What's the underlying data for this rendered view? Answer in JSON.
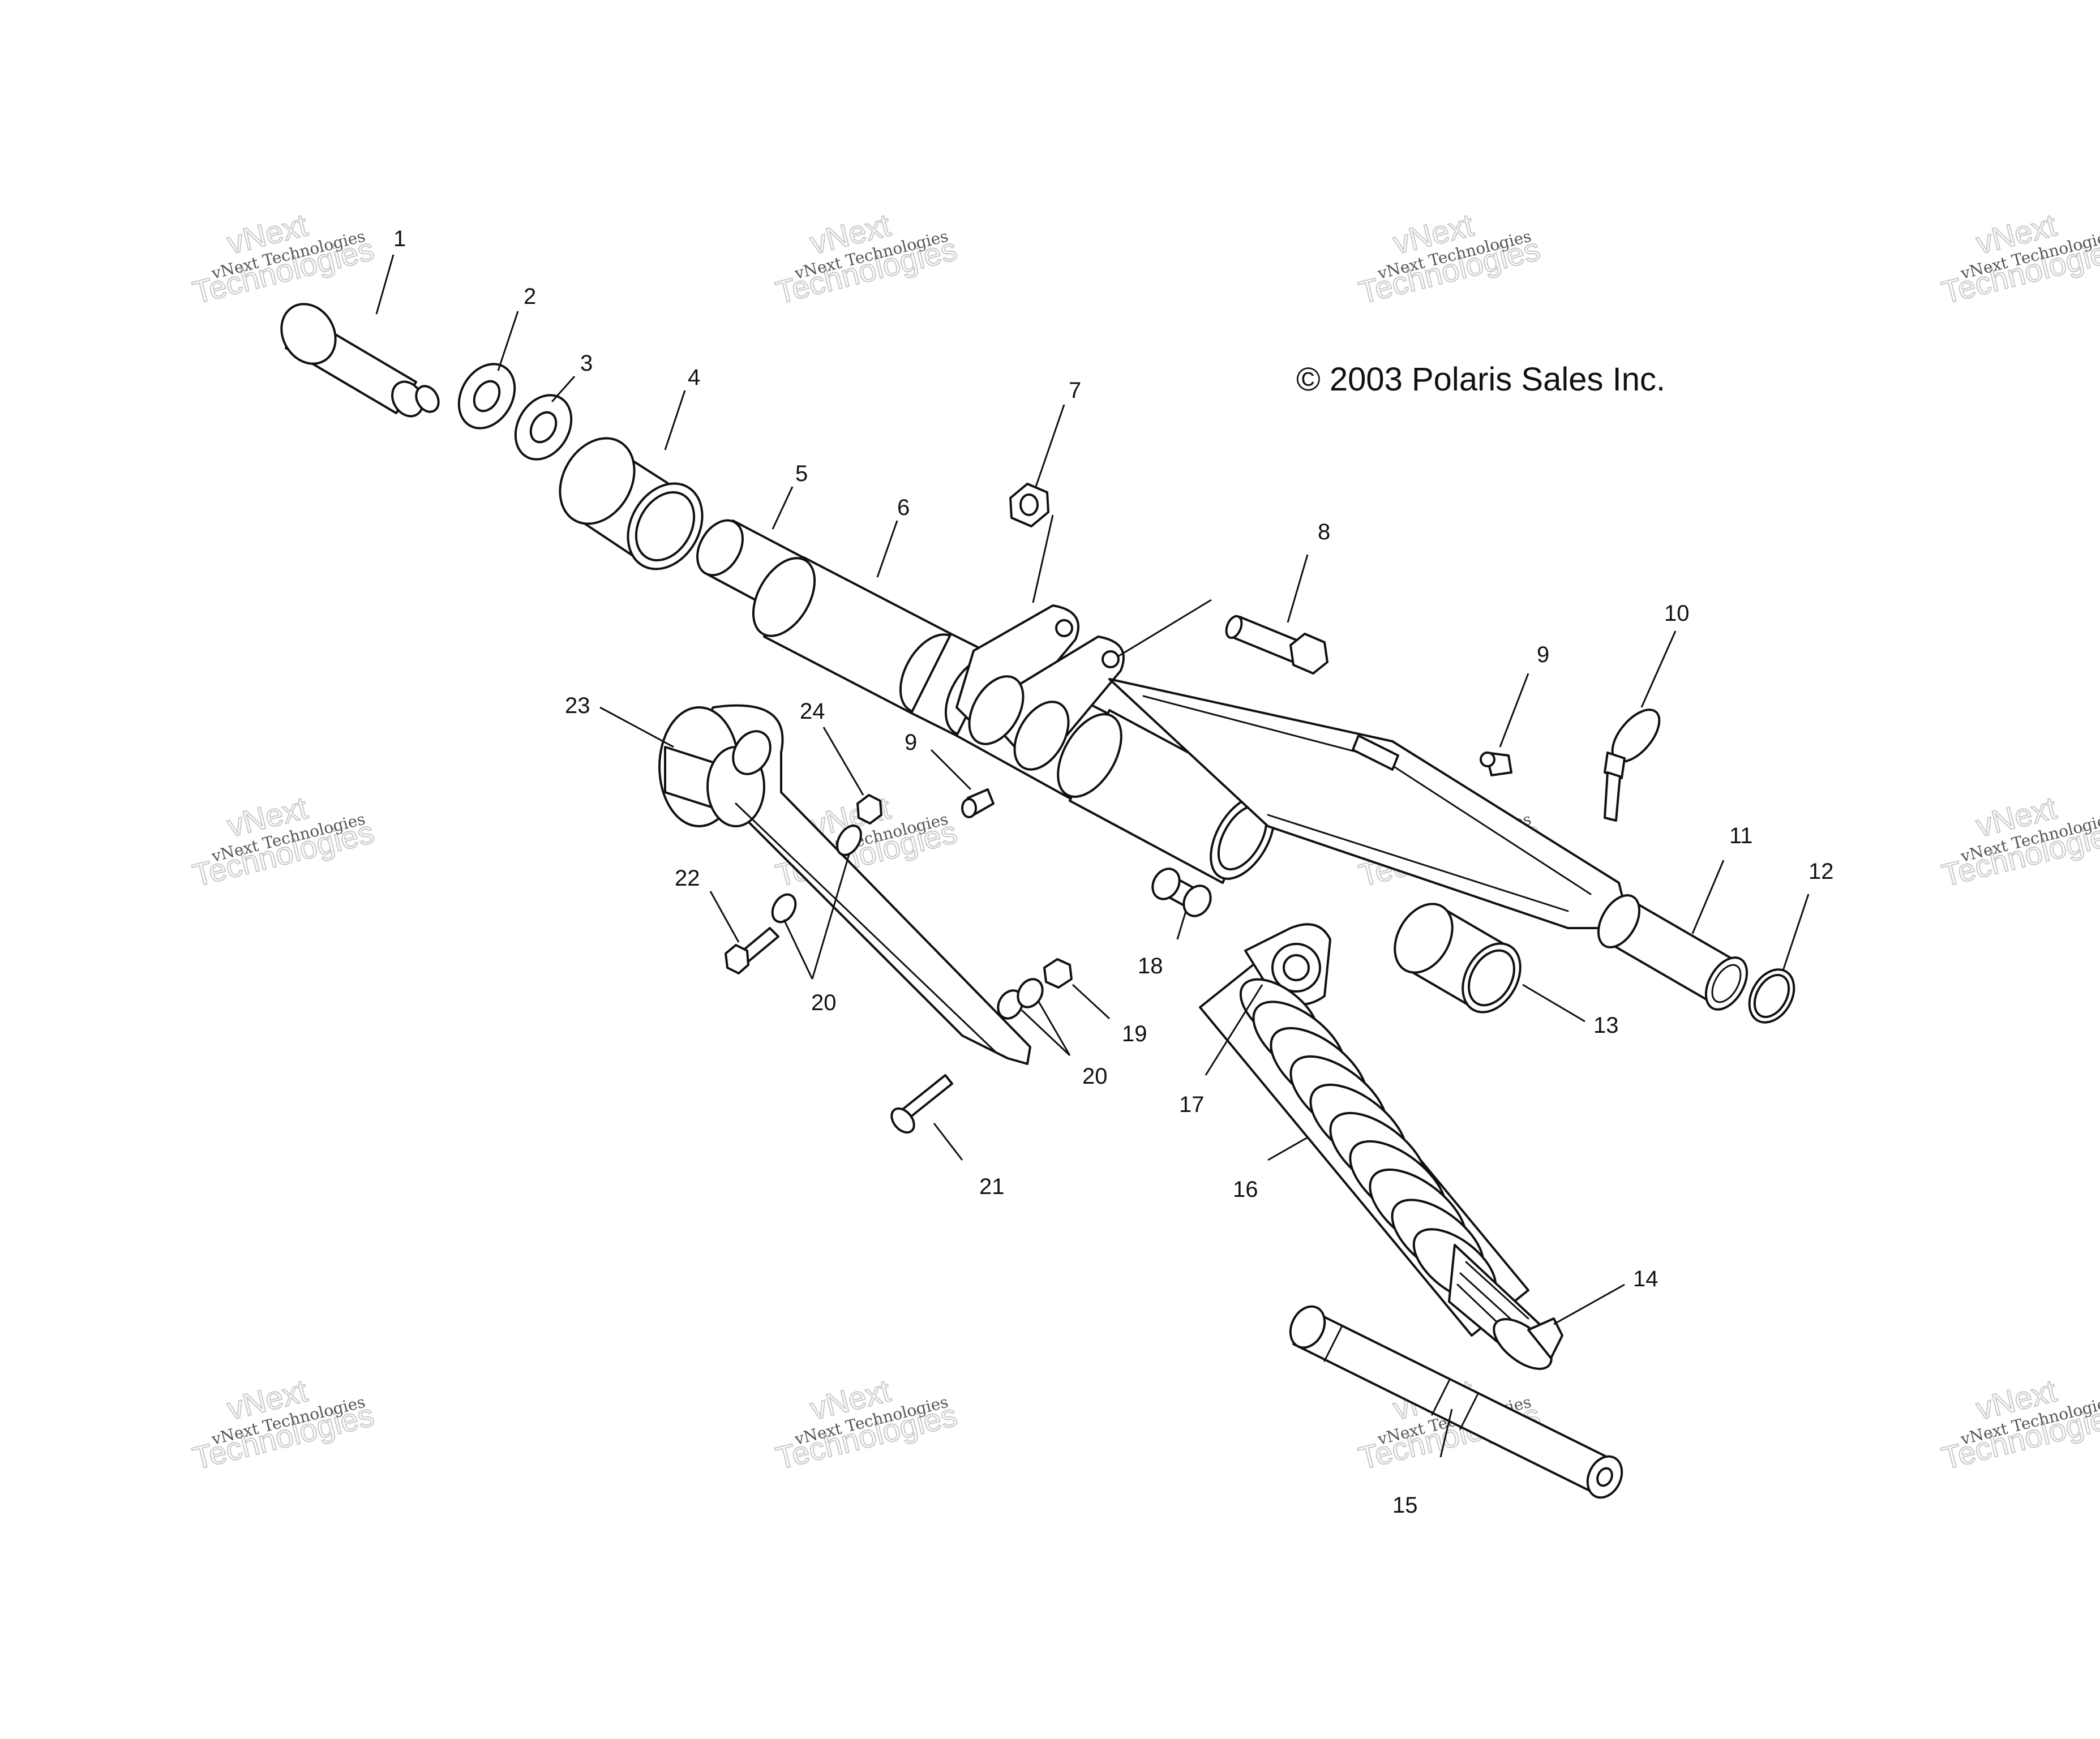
{
  "copyright": "© 2003 Polaris Sales Inc.",
  "watermark": {
    "line_small": "vNext Technologies",
    "line_big_1": "vNext",
    "line_big_2": "Technologies"
  },
  "callouts": [
    "1",
    "2",
    "3",
    "4",
    "5",
    "6",
    "7",
    "8",
    "9",
    "10",
    "11",
    "12",
    "13",
    "14",
    "15",
    "16",
    "17",
    "18",
    "9",
    "19",
    "20",
    "20",
    "21",
    "22",
    "23",
    "24"
  ]
}
